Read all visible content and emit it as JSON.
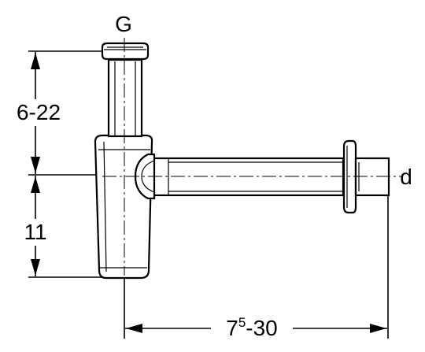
{
  "labels": {
    "top_connection": "G",
    "outlet_diameter": "d",
    "height_adjust": "6-22",
    "body_height": "11",
    "depth_base": "7",
    "depth_superscript": "5",
    "depth_range": "-30"
  },
  "colors": {
    "ink": "#000000",
    "background": "#ffffff"
  }
}
